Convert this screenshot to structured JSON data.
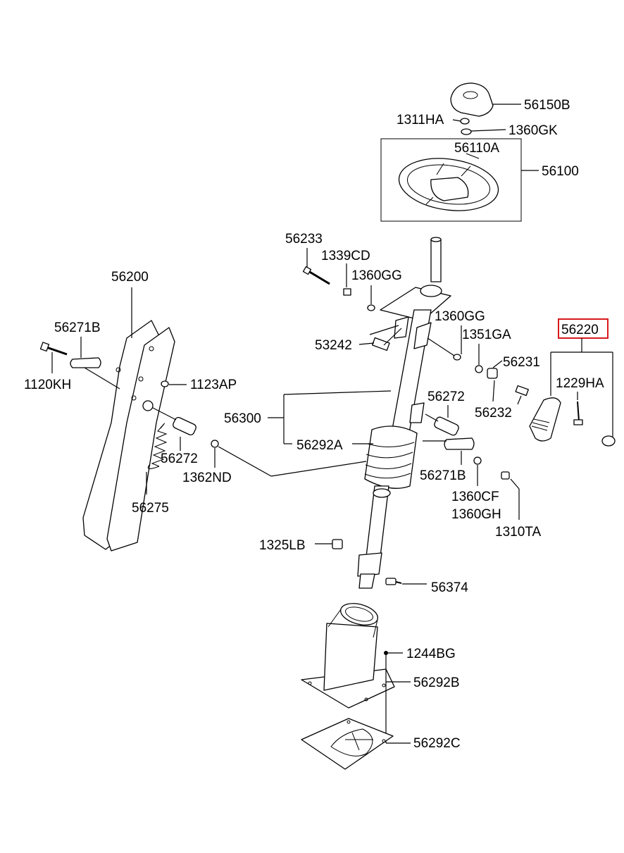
{
  "labels": {
    "p56150B": "56150B",
    "p1311HA": "1311HA",
    "p1360GK": "1360GK",
    "p56110A": "56110A",
    "p56100": "56100",
    "p56233": "56233",
    "p1339CD": "1339CD",
    "p1360GG_a": "1360GG",
    "p56200": "56200",
    "p1360GG_b": "1360GG",
    "p56220": "56220",
    "p56271B_a": "56271B",
    "p1351GA": "1351GA",
    "p53242": "53242",
    "p56231": "56231",
    "p1229HA": "1229HA",
    "p1120KH": "1120KH",
    "p1123AP": "1123AP",
    "p56272_a": "56272",
    "p56232": "56232",
    "p56300": "56300",
    "p56292A": "56292A",
    "p56272_b": "56272",
    "p1362ND": "1362ND",
    "p56271B_b": "56271B",
    "p1360CF": "1360CF",
    "p1360GH": "1360GH",
    "p56275": "56275",
    "p1310TA": "1310TA",
    "p1325LB": "1325LB",
    "p56374": "56374",
    "p1244BG": "1244BG",
    "p56292B": "56292B",
    "p56292C": "56292C"
  },
  "highlight_color": "#d7191c"
}
